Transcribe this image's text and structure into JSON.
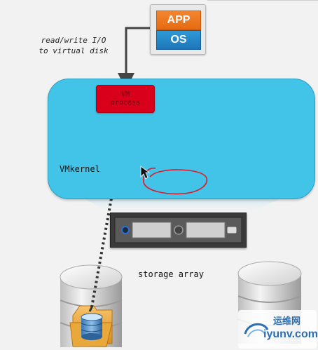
{
  "app_os": {
    "app_label": "APP",
    "os_label": "OS"
  },
  "io_annotation": {
    "line1": "read/write I/O",
    "line2": "to virtual disk"
  },
  "vm_process": {
    "line1": "VM",
    "line2": "process"
  },
  "vmkernel": {
    "label": "VMkernel"
  },
  "storage": {
    "label": "storage array"
  },
  "watermark": {
    "cn_text": "运维网",
    "url": "iyunv.com"
  },
  "colors": {
    "kernel": "#41c4e8",
    "vm_process": "#d8001a",
    "app": "#f37b22",
    "os": "#2287c9",
    "array": "#3a3a3a",
    "annotation_stroke": "#e0182c"
  },
  "icons": [
    "cursor-pointer-icon",
    "folder-icon",
    "database-icon",
    "disk-cylinder-icon",
    "power-button-icon",
    "drive-bay-icon"
  ]
}
